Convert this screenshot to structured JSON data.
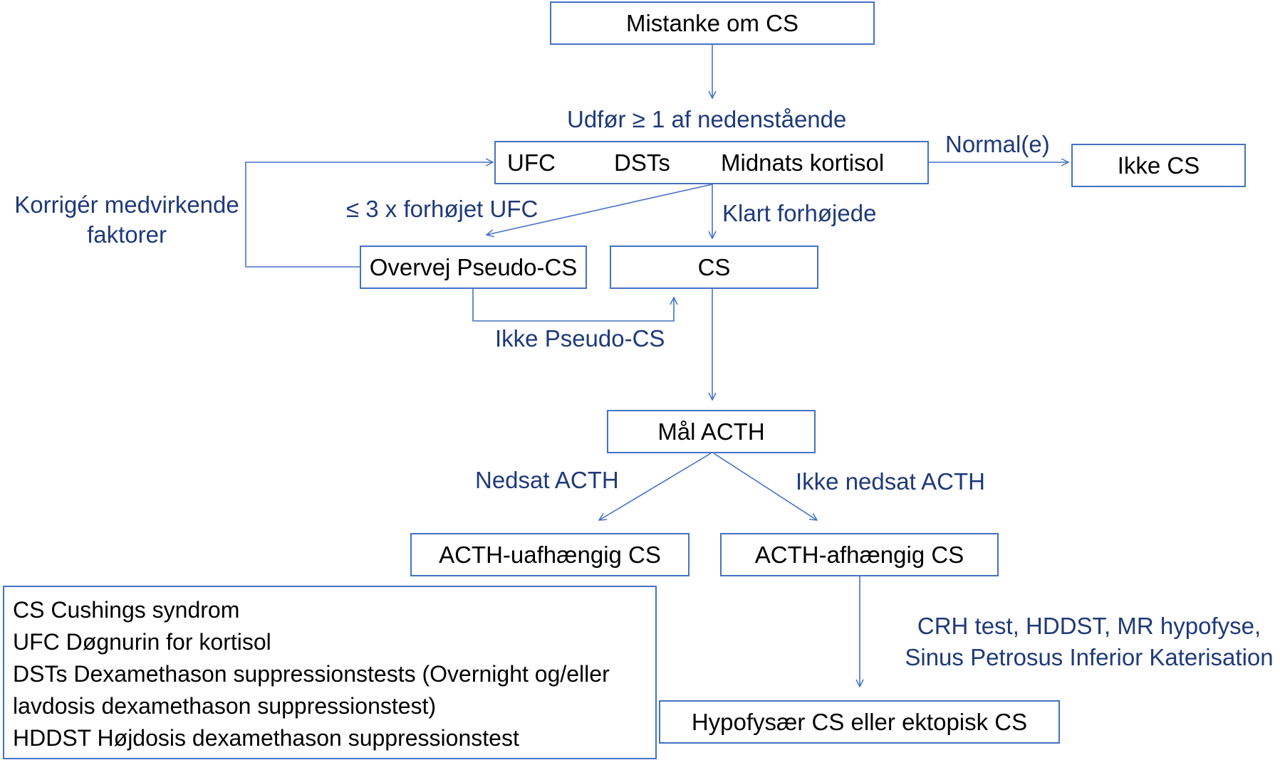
{
  "nodes": {
    "suspicion": "Mistanke om CS",
    "test_ufc": "UFC",
    "test_dsts": "DSTs",
    "test_midnight": "Midnats kortisol",
    "not_cs": "Ikke CS",
    "pseudo_cs": "Overvej Pseudo-CS",
    "cs": "CS",
    "measure_acth": "Mål ACTH",
    "acth_independent": "ACTH-uafhængig CS",
    "acth_dependent": "ACTH-afhængig CS",
    "pituitary_ectopic": "Hypofysær CS eller ektopisk CS"
  },
  "edge_labels": {
    "perform": "Udfør ≥ 1 af nedenstående",
    "normal": "Normal(e)",
    "correct_factors_1": "Korrigér medvirkende",
    "correct_factors_2": "faktorer",
    "ufc_elevated": "≤ 3 x forhøjet UFC",
    "clearly_elevated": "Klart forhøjede",
    "not_pseudo": "Ikke Pseudo-CS",
    "reduced_acth": "Nedsat ACTH",
    "not_reduced_acth": "Ikke nedsat ACTH",
    "tests_1": "CRH test, HDDST, MR hypofyse,",
    "tests_2": "Sinus Petrosus Inferior Katerisation"
  },
  "legend": [
    "CS Cushings syndrom",
    "UFC Døgnurin for kortisol",
    "DSTs Dexamethason suppressionstests (Overnight og/eller",
    "lavdosis dexamethason suppressionstest)",
    "HDDST Højdosis dexamethason suppressionstest"
  ],
  "colors": {
    "box_border": "#4472c4",
    "connector": "#4472c4",
    "label_text": "#1f3a7a"
  }
}
